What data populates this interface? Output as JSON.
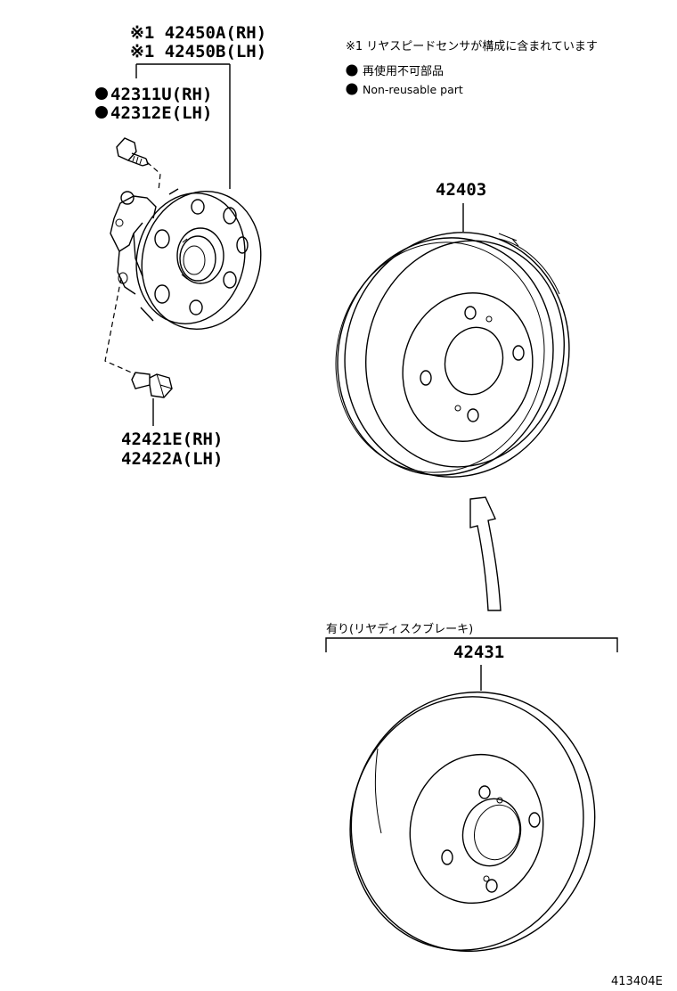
{
  "notes": {
    "sensor_note": "※1 リヤスピードセンサが構成に含まれています",
    "legend_jp": "再使用不可部品",
    "legend_en": "Non-reusable part"
  },
  "parts": {
    "hub_rh": "※1 42450A(RH)",
    "hub_lh": "※1 42450B(LH)",
    "bolt_rh": "42311U(RH)",
    "bolt_lh": "42312E(LH)",
    "mount_bolt_rh": "42421E(RH)",
    "mount_bolt_lh": "42422A(LH)",
    "drum": "42403",
    "disc": "42431"
  },
  "disc_option_label": "有り(リヤディスクブレーキ)",
  "figure_id": "413404E",
  "non_reusable_marker": "●"
}
